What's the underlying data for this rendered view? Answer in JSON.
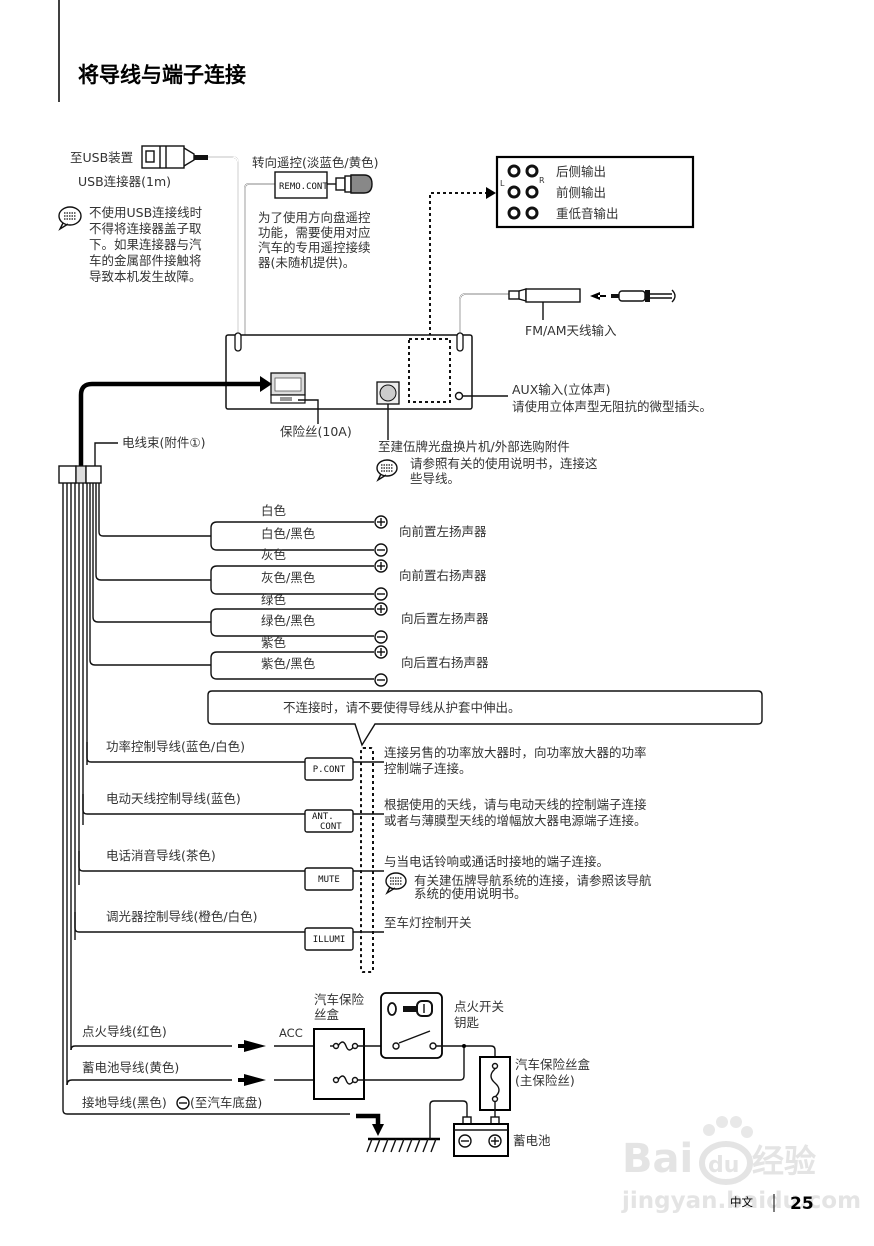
{
  "page": {
    "title": "将导线与端子连接",
    "language": "中文",
    "page_number": "25",
    "watermark": {
      "brand": "Bai",
      "brand2": "du",
      "suffix": "经验",
      "url": "jingyan.baidu.com"
    }
  },
  "usb": {
    "label": "至USB装置",
    "connector": "USB连接器(1m)",
    "note": [
      "不使用USB连接线时",
      "不得将连接器盖子取",
      "下。如果连接器与汽",
      "车的金属部件接触将",
      "导致本机发生故障。"
    ]
  },
  "remote": {
    "label": "转向遥控(淡蓝色/黄色)",
    "tag": "REMO.CONT",
    "note": [
      "为了使用方向盘遥控",
      "功能，需要使用对应",
      "汽车的专用遥控接续",
      "器(未随机提供)。"
    ]
  },
  "outputs": {
    "left": "L",
    "right": "R",
    "items": [
      "后侧输出",
      "前侧输出",
      "重低音输出"
    ]
  },
  "antenna": {
    "label": "FM/AM天线输入"
  },
  "aux": {
    "label": "AUX输入(立体声)",
    "note": "请使用立体声型无阻抗的微型插头。"
  },
  "fuse": {
    "label": "保险丝(10A)"
  },
  "changer": {
    "label": "至建伍牌光盘换片机/外部选购附件",
    "note": [
      "请参照有关的使用说明书，连接这",
      "些导线。"
    ]
  },
  "harness": {
    "label": "电线束(附件①)"
  },
  "speakers": [
    {
      "pos_color": "白色",
      "neg_color": "白色/黑色",
      "target": "向前置左扬声器"
    },
    {
      "pos_color": "灰色",
      "neg_color": "灰色/黑色",
      "target": "向前置右扬声器"
    },
    {
      "pos_color": "绿色",
      "neg_color": "绿色/黑色",
      "target": "向后置左扬声器"
    },
    {
      "pos_color": "紫色",
      "neg_color": "紫色/黑色",
      "target": "向后置右扬声器"
    }
  ],
  "polarity": {
    "plus": "+",
    "minus": "−"
  },
  "callout": "不连接时，请不要使得导线从护套中伸出。",
  "control_wires": [
    {
      "label": "功率控制导线(蓝色/白色)",
      "tag": [
        "P.CONT"
      ],
      "desc": [
        "连接另售的功率放大器时，向功率放大器的功率",
        "控制端子连接。"
      ]
    },
    {
      "label": "电动天线控制导线(蓝色)",
      "tag": [
        "ANT.",
        "CONT"
      ],
      "desc": [
        "根据使用的天线，请与电动天线的控制端子连接",
        "或者与薄膜型天线的增幅放大器电源端子连接。"
      ]
    },
    {
      "label": "电话消音导线(茶色)",
      "tag": [
        "MUTE"
      ],
      "desc": [
        "与当电话铃响或通话时接地的端子连接。"
      ],
      "note": [
        "有关建伍牌导航系统的连接，请参照该导航",
        "系统的使用说明书。"
      ]
    },
    {
      "label": "调光器控制导线(橙色/白色)",
      "tag": [
        "ILLUMI"
      ],
      "desc": [
        "至车灯控制开关"
      ]
    }
  ],
  "power": {
    "ignition": "点火导线(红色)",
    "battery_wire": "蓄电池导线(黄色)",
    "ground": "接地导线(黑色)",
    "ground_suffix": "(至汽车底盘)",
    "acc": "ACC",
    "fuse_box": [
      "汽车保险",
      "丝盒"
    ],
    "ignition_key": [
      "点火开关",
      "钥匙"
    ],
    "main_fuse": [
      "汽车保险丝盒",
      "(主保险丝)"
    ],
    "battery": "蓄电池"
  }
}
